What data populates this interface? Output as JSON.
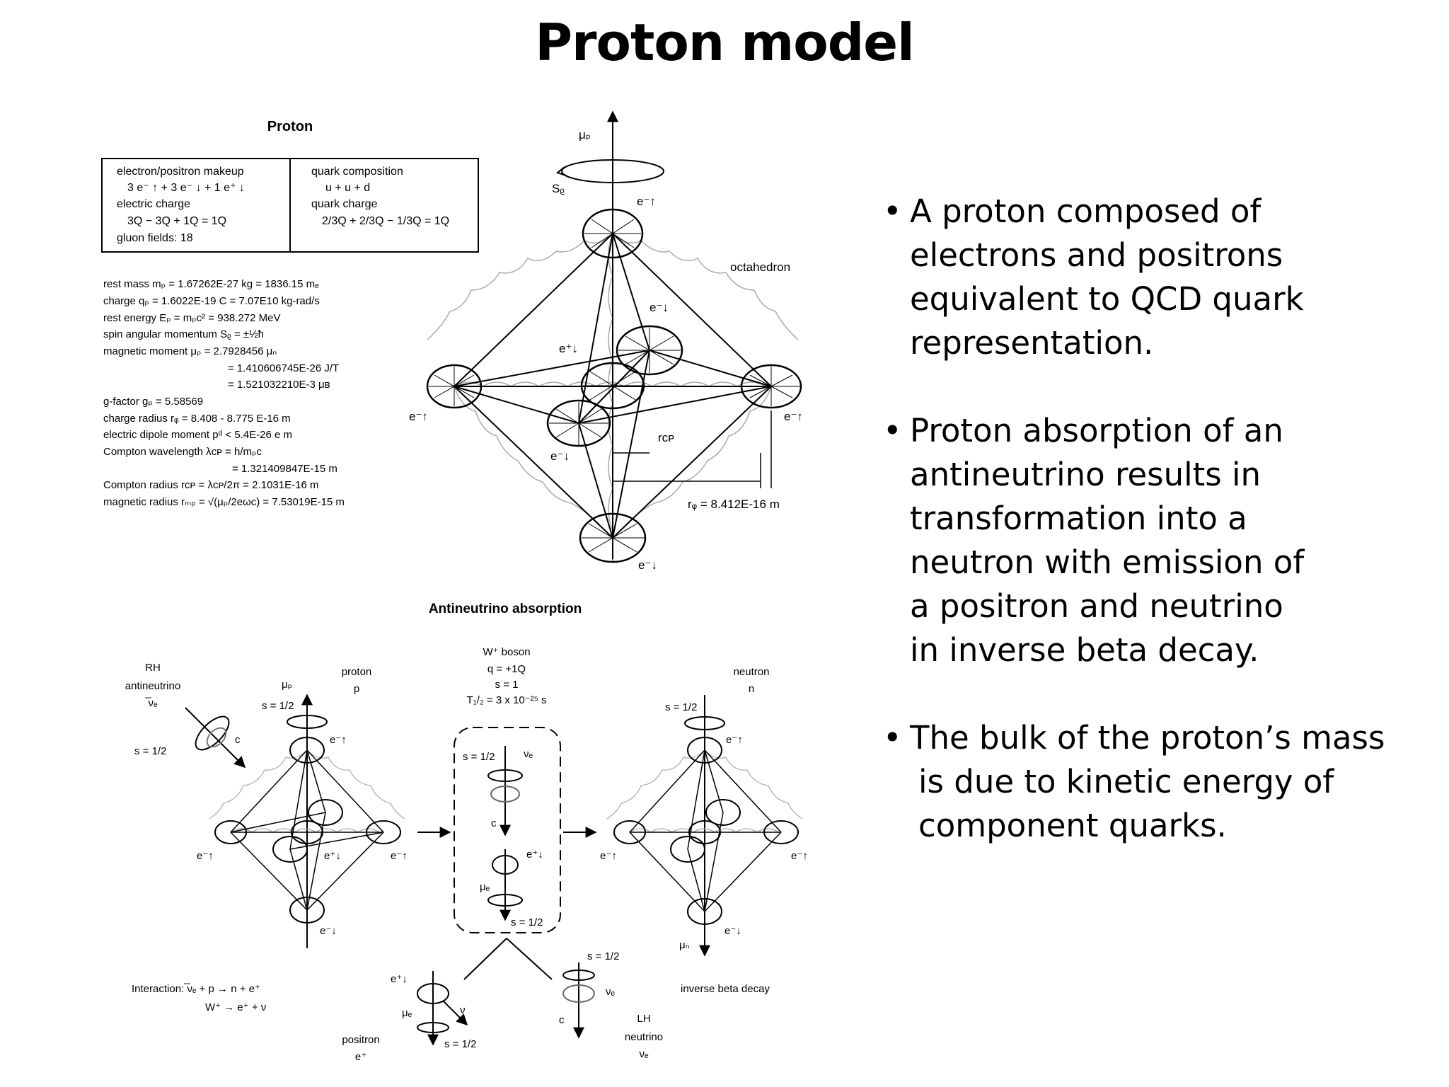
{
  "title": "Proton model",
  "bullets": [
    {
      "lines": [
        "A proton composed of",
        "electrons and positrons",
        "equivalent to QCD quark",
        "representation."
      ]
    },
    {
      "lines": [
        "Proton absorption of an",
        "antineutrino results in",
        "transformation into a",
        "neutron with emission of",
        "a positron and neutrino",
        "in inverse beta decay."
      ]
    },
    {
      "lines": [
        "The bulk of the proton’s mass",
        "is due to kinetic energy of",
        "component quarks."
      ]
    }
  ],
  "proton_panel": {
    "heading": "Proton",
    "box_left": [
      "electron/positron makeup",
      "3 e⁻ ↑ + 3 e⁻ ↓ + 1 e⁺ ↓",
      "electric charge",
      "3Q − 3Q + 1Q = 1Q",
      "gluon fields:  18"
    ],
    "box_right": [
      "quark composition",
      "u + u + d",
      "quark charge",
      "2/3Q + 2/3Q − 1/3Q = 1Q"
    ],
    "properties": [
      "rest mass  mₚ = 1.67262E-27 kg = 1836.15 mₑ",
      "charge  qₚ = 1.6022E-19 C =  7.07E10 kg-rad/s",
      "rest energy  Eₚ = mₚc² =  938.272 MeV",
      "spin angular momentum  Sᵨ = ±½ħ",
      "magnetic moment  μₚ = 2.7928456 μₙ",
      "= 1.410606745E-26 J/T",
      "= 1.521032210E-3 μʙ",
      "g-factor  gₚ = 5.58569",
      "charge radius  rᵩ = 8.408 - 8.775 E-16 m",
      "electric dipole moment  pᵈ < 5.4E-26 e m",
      "Compton wavelength λᴄᴘ = h/mₚc",
      "= 1.321409847E-15 m",
      "Compton radius  rᴄᴘ = λᴄᴘ/2π = 2.1031E-16 m",
      "magnetic radius  rₘₚ = √(μₚ/2eωᴄ) = 7.53019E-15 m"
    ],
    "octa_labels": {
      "mu": "μₚ",
      "sz": "Sᵨ",
      "top": "e⁻↑",
      "octahedron": "octahedron",
      "right_upper": "e⁻↓",
      "mid_inner": "e⁺↓",
      "left": "e⁻↑",
      "right": "e⁻↑",
      "lower_inner": "e⁻↓",
      "rcp": "rᴄᴘ",
      "rq": "rᵩ = 8.412E-16 m",
      "bottom": "e⁻↓"
    }
  },
  "absorption_panel": {
    "heading": "Antineutrino absorption",
    "rh": [
      "RH",
      "antineutrino",
      "̅νₑ"
    ],
    "s_half": "s = 1/2",
    "c": "c",
    "mu_p": "μₚ",
    "proton": [
      "proton",
      "p"
    ],
    "wboson": [
      "W⁺ boson",
      "q = +1Q",
      "s = 1",
      "T₁/₂ = 3 x 10⁻²⁵ s"
    ],
    "neutron": [
      "neutron",
      "n"
    ],
    "e_up": "e⁻↑",
    "e_down": "e⁻↓",
    "e_plus_down": "e⁺↓",
    "nu_e": "νₑ",
    "mu_e": "μₑ",
    "mu_n": "μₙ",
    "inverse": "inverse beta decay",
    "interaction": [
      "Interaction:  ̅νₑ + p →  n + e⁺",
      "W⁺ → e⁺ + ν"
    ],
    "positron": [
      "positron",
      "e⁺"
    ],
    "lh": [
      "LH",
      "neutrino",
      "νₑ"
    ],
    "nu": "ν"
  }
}
